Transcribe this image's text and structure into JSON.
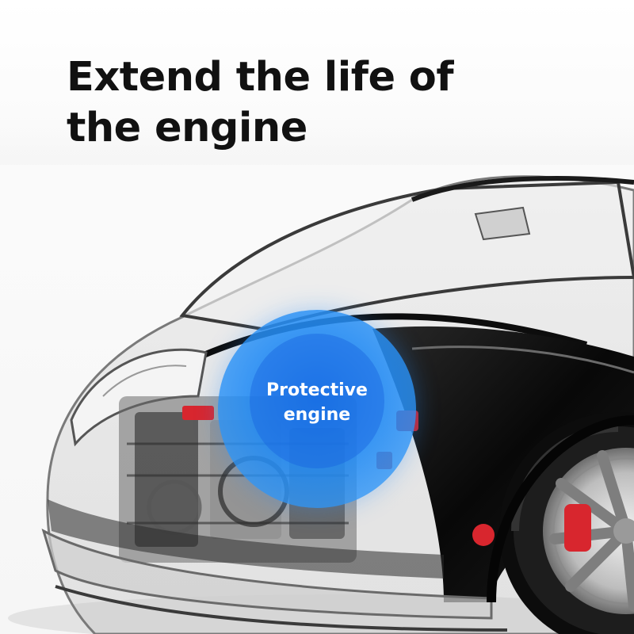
{
  "headline": {
    "line1": "Extend the life of",
    "line2": "the engine"
  },
  "badge": {
    "line1": "Protective",
    "line2": "engine",
    "color": "#1f86f0"
  },
  "illustration": {
    "subject": "transparent-car-engine-cutaway",
    "accent_color": "#d8262e",
    "body_color": "#0c0c0c"
  }
}
